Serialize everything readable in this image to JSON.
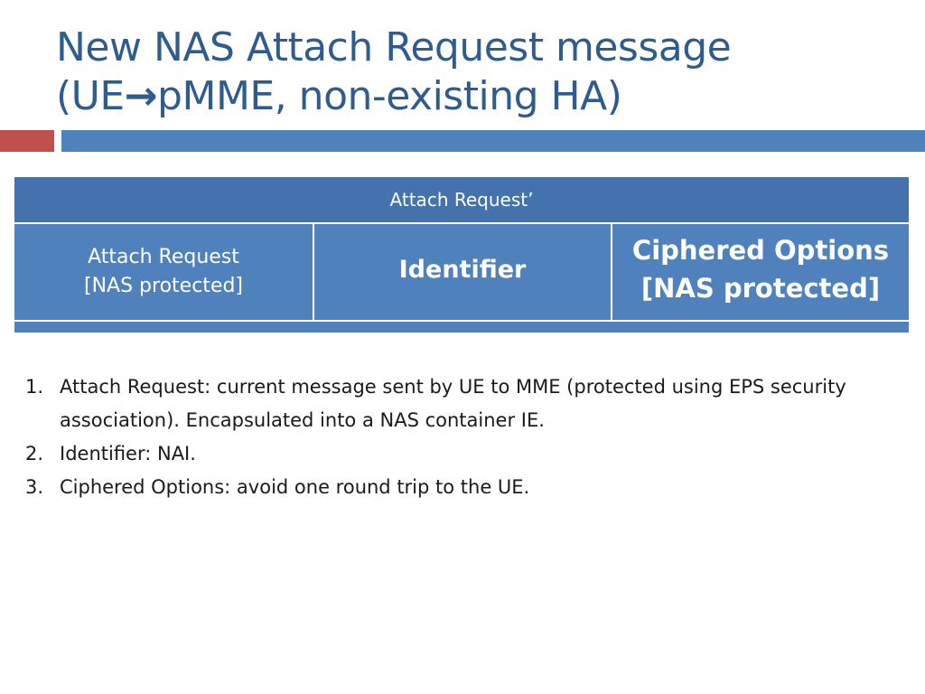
{
  "title": {
    "line1": "New NAS Attach Request message",
    "line2_prefix": "(UE",
    "line2_arrow": "→",
    "line2_suffix": "pMME, non-existing HA)"
  },
  "colors": {
    "title": "#2E5C8F",
    "accent_red": "#C0504D",
    "accent_blue": "#4F81BD",
    "table_header": "#4472AD",
    "table_body": "#4F81BD"
  },
  "pdu": {
    "header": "Attach Request’",
    "fields": [
      {
        "line1": "Attach Request",
        "line2": "[NAS protected]"
      },
      {
        "line1": "Identifier",
        "line2": ""
      },
      {
        "line1": "Ciphered Options",
        "line2": "[NAS protected]"
      }
    ]
  },
  "notes": [
    {
      "num": "1.",
      "text": "Attach Request: current message sent by UE to MME (protected using EPS security association). Encapsulated into a NAS container IE."
    },
    {
      "num": "2.",
      "text": "Identifier: NAI."
    },
    {
      "num": "3.",
      "text": "Ciphered Options: avoid one round trip to the UE."
    }
  ]
}
